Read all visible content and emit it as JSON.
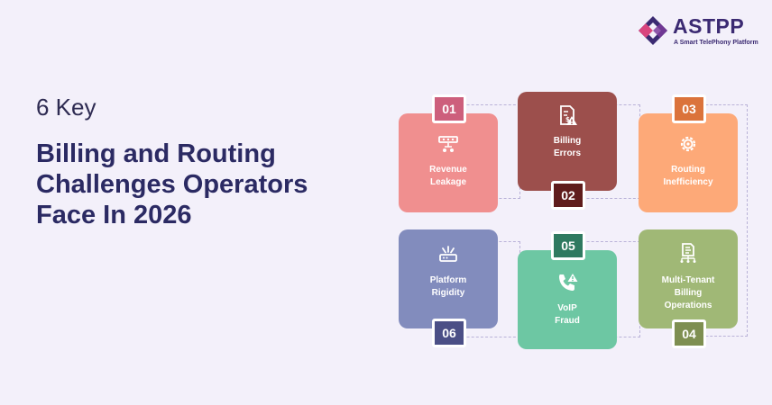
{
  "brand": {
    "name": "ASTPP",
    "tagline": "A Smart TelePhony Platform",
    "colors": {
      "primary": "#3b2a72",
      "accent": "#d9457e"
    }
  },
  "heading": {
    "pre": "6 Key",
    "lines": [
      "Billing and Routing",
      "Challenges Operators",
      "Face In 2026"
    ]
  },
  "cards": [
    {
      "number": "01",
      "label_lines": [
        "Revenue",
        "Leakage"
      ],
      "icon": "network-leak-icon",
      "card_color": "#f08f8f",
      "number_color": "#cd5f7c"
    },
    {
      "number": "02",
      "label_lines": [
        "Billing",
        "Errors"
      ],
      "icon": "billing-error-icon",
      "card_color": "#9c4f4c",
      "number_color": "#5f1c1c"
    },
    {
      "number": "03",
      "label_lines": [
        "Routing",
        "Inefficiency"
      ],
      "icon": "gear-icon",
      "card_color": "#fda978",
      "number_color": "#db733b"
    },
    {
      "number": "04",
      "label_lines": [
        "Multi-Tenant",
        "Billing",
        "Operations"
      ],
      "icon": "multi-tenant-billing-icon",
      "card_color": "#a0b876",
      "number_color": "#7e8f51"
    },
    {
      "number": "05",
      "label_lines": [
        "VoIP",
        "Fraud"
      ],
      "icon": "phone-alert-icon",
      "card_color": "#6dc7a3",
      "number_color": "#2f7a60"
    },
    {
      "number": "06",
      "label_lines": [
        "Platform",
        "Rigidity"
      ],
      "icon": "router-icon",
      "card_color": "#828cbd",
      "number_color": "#4b4f86"
    }
  ]
}
